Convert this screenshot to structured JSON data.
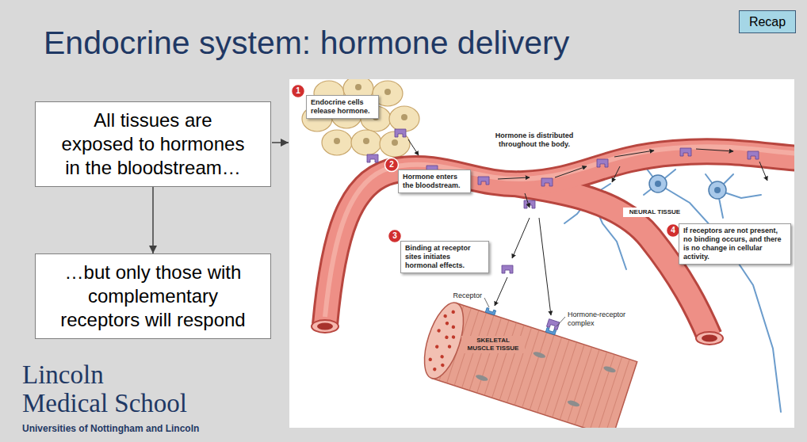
{
  "diagram": {
    "title": "Endocrine system: hormone delivery",
    "nodes": [
      {
        "text": [
          "Recap"
        ]
      },
      {
        "text": [
          "All tissues are exposed to hormones in the bloodstream…"
        ]
      },
      {
        "text": [
          "…but only those with complementary receptors will respond"
        ]
      },
      {
        "text": [
          "Endocrine cells release hormone."
        ]
      },
      {
        "text": [
          "Hormone enters the bloodstream."
        ]
      },
      {
        "text": [
          "Binding at receptor sites initiates hormonal effects."
        ]
      },
      {
        "text": [
          "If receptors are not present, no binding occurs, and there is no change in cellular activity."
        ]
      }
    ],
    "edges": [
      {
        "from": 1,
        "to": 2,
        "arrow": "to"
      }
    ],
    "labels": [
      "1",
      "Hormone is distributed throughout the body.",
      "2",
      "3",
      "Receptor",
      "NEURAL TISSUE",
      "4",
      "Hormone-receptor complex",
      "SKELETAL MUSCLE TISSUE",
      "Lincoln Medical School",
      "Universities of Nottingham and Lincoln"
    ]
  }
}
